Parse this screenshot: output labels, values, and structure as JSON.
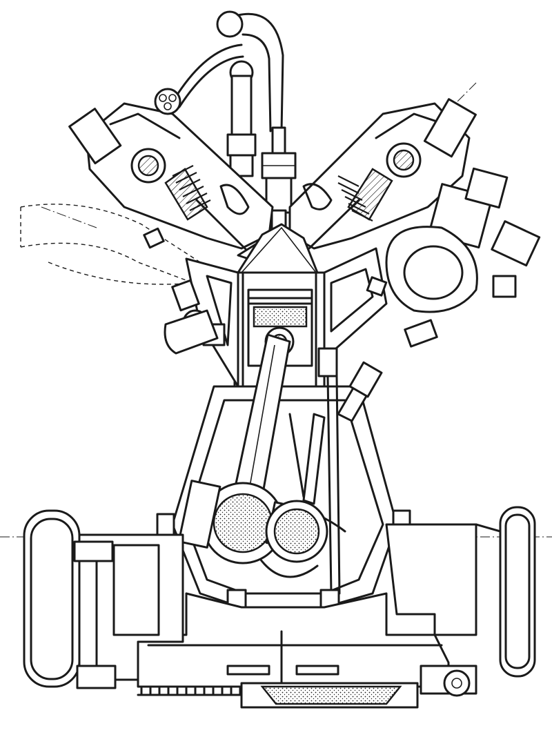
{
  "drawing": {
    "style": "monochrome cross-section line drawing",
    "line_color": "#1a1a1a",
    "background_color": "#ffffff",
    "components": [
      {
        "id": "cylinder-head-left",
        "icon": "cylinder-head-icon"
      },
      {
        "id": "cylinder-head-right",
        "icon": "cylinder-head-icon"
      },
      {
        "id": "spark-plug",
        "icon": "spark-plug-icon"
      },
      {
        "id": "piston",
        "icon": "piston-icon"
      },
      {
        "id": "connecting-rod-master",
        "icon": "connecting-rod-icon"
      },
      {
        "id": "connecting-rod-slave",
        "icon": "connecting-rod-icon"
      },
      {
        "id": "crankcase",
        "icon": "crankcase-icon"
      },
      {
        "id": "sump-cooling-fins",
        "icon": "cooling-fins-icon"
      },
      {
        "id": "exhaust-pipe",
        "icon": "pipe-icon"
      },
      {
        "id": "frame-rail-left",
        "icon": "frame-rail-icon"
      },
      {
        "id": "frame-rail-right",
        "icon": "frame-rail-icon"
      },
      {
        "id": "oil-pipe",
        "icon": "pipe-icon"
      }
    ]
  }
}
